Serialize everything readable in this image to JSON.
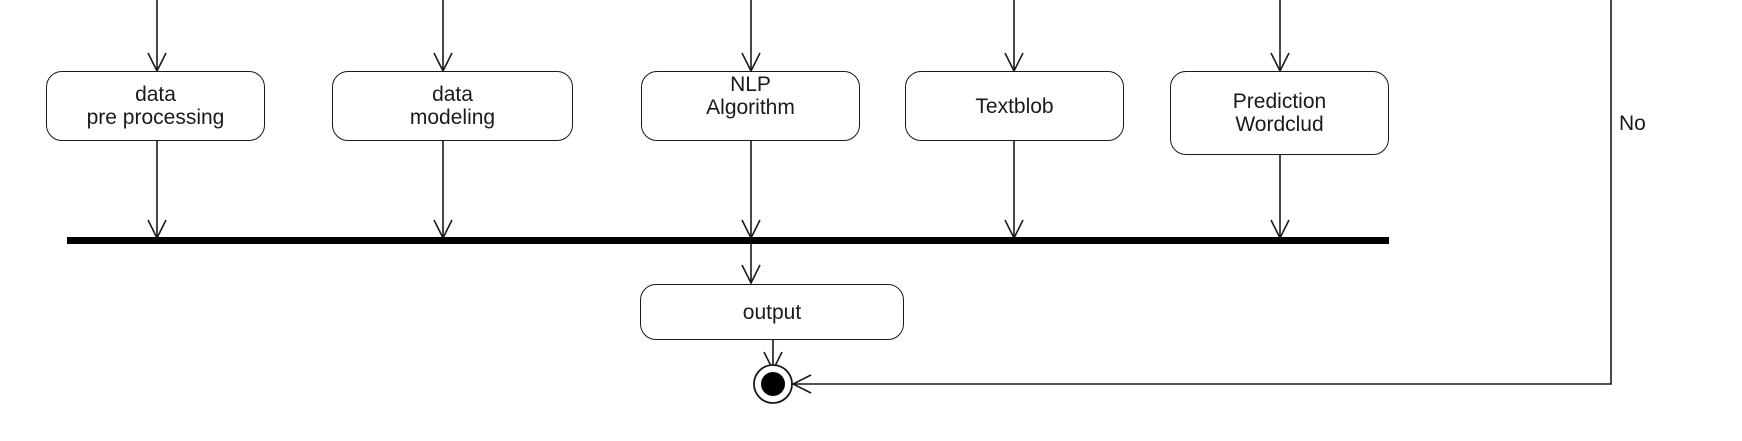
{
  "diagram": {
    "activities": [
      {
        "id": "preprocessing",
        "lines": [
          "data",
          "pre processing"
        ]
      },
      {
        "id": "modeling",
        "lines": [
          "data",
          "modeling"
        ]
      },
      {
        "id": "nlp",
        "lines": [
          "NLP",
          "Algorithm"
        ]
      },
      {
        "id": "textblob",
        "lines": [
          "Textblob"
        ]
      },
      {
        "id": "prediction",
        "lines": [
          "Prediction",
          "Wordclud"
        ]
      }
    ],
    "output": {
      "label": "output"
    },
    "guard": {
      "label": "No"
    }
  },
  "colors": {
    "stroke": "#1a1a1a",
    "background": "#ffffff"
  }
}
